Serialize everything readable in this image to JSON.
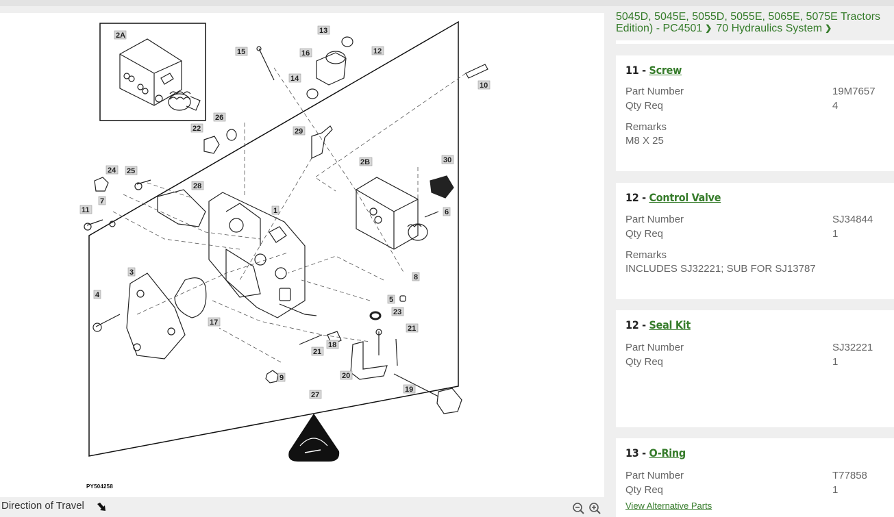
{
  "breadcrumb": {
    "line1": "5045D, 5045E, 5055D, 5055E, 5065E, 5075E Tractors",
    "line2_prefix": "Edition) - PC4501",
    "items": [
      "70 Hydraulics System"
    ]
  },
  "diagram": {
    "image_code": "PY504258",
    "direction_label": "Direction of Travel",
    "zoom_out_icon": "zoom-out-icon",
    "zoom_in_icon": "zoom-in-icon",
    "callouts": [
      "2A",
      "13",
      "15",
      "16",
      "12",
      "14",
      "10",
      "26",
      "22",
      "29",
      "24",
      "25",
      "28",
      "2B",
      "30",
      "11",
      "7",
      "1",
      "6",
      "3",
      "4",
      "17",
      "8",
      "5",
      "23",
      "21",
      "18",
      "21",
      "9",
      "20",
      "19",
      "27"
    ]
  },
  "parts": [
    {
      "ref": "11 -",
      "name": "Screw",
      "part_number_label": "Part Number",
      "part_number": "19M7657",
      "qty_label": "Qty Req",
      "qty": "4",
      "remarks_label": "Remarks",
      "remarks": "M8 X 25"
    },
    {
      "ref": "12 -",
      "name": "Control Valve",
      "part_number_label": "Part Number",
      "part_number": "SJ34844",
      "qty_label": "Qty Req",
      "qty": "1",
      "remarks_label": "Remarks",
      "remarks": "INCLUDES SJ32221; SUB FOR SJ13787"
    },
    {
      "ref": "12 -",
      "name": "Seal Kit",
      "part_number_label": "Part Number",
      "part_number": "SJ32221",
      "qty_label": "Qty Req",
      "qty": "1"
    },
    {
      "ref": "13 -",
      "name": "O-Ring",
      "part_number_label": "Part Number",
      "part_number": "T77858",
      "qty_label": "Qty Req",
      "qty": "1",
      "alt_link": "View Alternative Parts"
    }
  ],
  "colors": {
    "brand_green": "#367c2b",
    "background": "#efefef",
    "card": "#ffffff"
  }
}
